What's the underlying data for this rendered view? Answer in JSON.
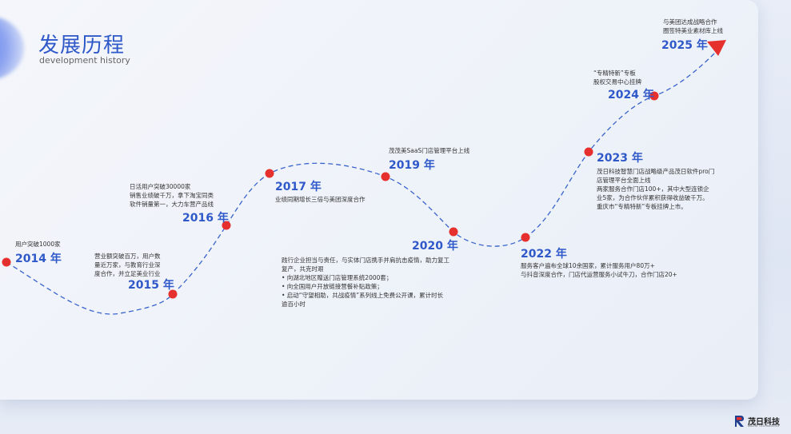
{
  "header": {
    "title": "发展历程",
    "subtitle": "development history"
  },
  "colors": {
    "accent": "#2f59c9",
    "dot": "#e5302d",
    "line": "#3a64cc"
  },
  "milestones": [
    {
      "year": "2014 年",
      "lines": [
        "用户突破1000家"
      ]
    },
    {
      "year": "2015 年",
      "lines": [
        "营业额突破百万，用户数",
        "量近万家，与教育行业深",
        "度合作，并立足美业行业"
      ]
    },
    {
      "year": "2016 年",
      "lines": [
        "日活用户突破30000家",
        "销售业绩破千万，拿下淘宝同类",
        "软件销量第一，大力车营产品线"
      ]
    },
    {
      "year": "2017 年",
      "lines": [
        "业绩同期增长三倍与美团深度合作"
      ]
    },
    {
      "year": "2019 年",
      "lines": [
        "茂茂美SaaS门店管理平台上线"
      ]
    },
    {
      "year": "2020 年",
      "lines": [
        "践行企业担当与责任，与实体门店携手并肩抗击疫情，助力复工",
        "复产，共克时艰",
        "• 向湖北地区赠送门店管理系统2000套；",
        "• 向全国用户开放链接营餐补贴政策；",
        "• 启动“守望相助，共战疫情”系列线上免费公开课，累计时长",
        "逾百小时"
      ]
    },
    {
      "year": "2022 年",
      "lines": [
        "服务客户遍布全球10余国家，累计服务用户80万+",
        "与抖音深度合作，门店代运营服务小试牛刀，合作门店20+"
      ]
    },
    {
      "year": "2023 年",
      "lines": [
        "茂日科技智慧门店战略级产品茂日软件pro门",
        "店管理平台全面上线",
        "两家服务合作门店100+，其中大型连锁企",
        "业5家，为合作伙伴累积获得收益破千万。",
        "重庆市“专精特新”专板挂牌上市。"
      ]
    },
    {
      "year": "2024 年",
      "lines": [
        "“专精特新”专板",
        "股权交易中心挂牌"
      ]
    },
    {
      "year": "2025 年",
      "lines": [
        "与美团达成战略合作",
        "圈签特美业素材库上线"
      ]
    }
  ],
  "brand": {
    "name": "茂日科技",
    "en": "MAORI TECHNOLOGY"
  }
}
